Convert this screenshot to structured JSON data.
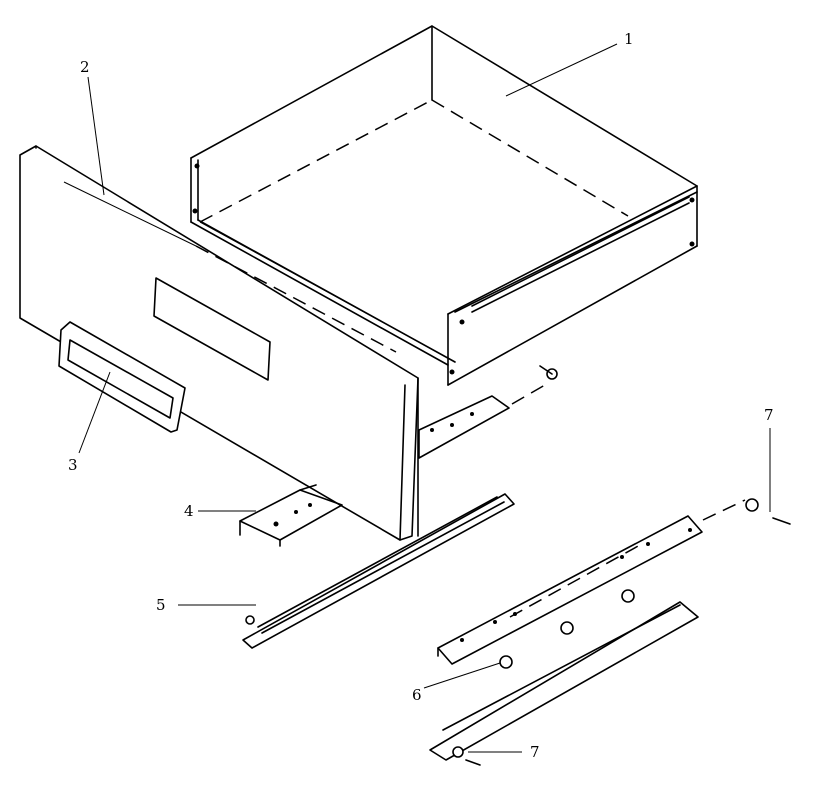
{
  "callouts": [
    {
      "id": "1",
      "label": "1"
    },
    {
      "id": "2",
      "label": "2"
    },
    {
      "id": "3",
      "label": "3"
    },
    {
      "id": "4",
      "label": "4"
    },
    {
      "id": "5",
      "label": "5"
    },
    {
      "id": "6",
      "label": "6"
    },
    {
      "id": "7a",
      "label": "7"
    },
    {
      "id": "7b",
      "label": "7"
    }
  ],
  "colors": {
    "line": "#000000",
    "background": "#ffffff"
  }
}
